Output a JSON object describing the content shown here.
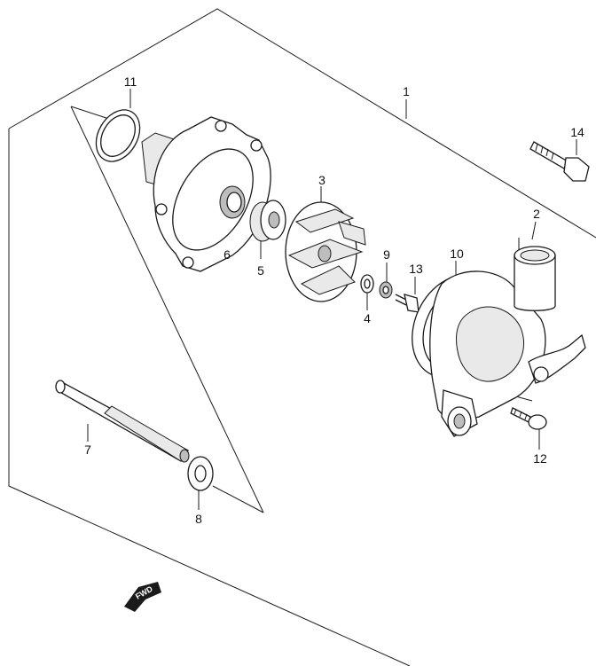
{
  "diagram": {
    "callouts": {
      "p1": "1",
      "p2": "2",
      "p3": "3",
      "p4": "4",
      "p5": "5",
      "p6": "6",
      "p7": "7",
      "p8": "8",
      "p9": "9",
      "p10": "10",
      "p11": "11",
      "p12": "12",
      "p13": "13",
      "p14": "14"
    },
    "fwd_label": "FWD"
  }
}
